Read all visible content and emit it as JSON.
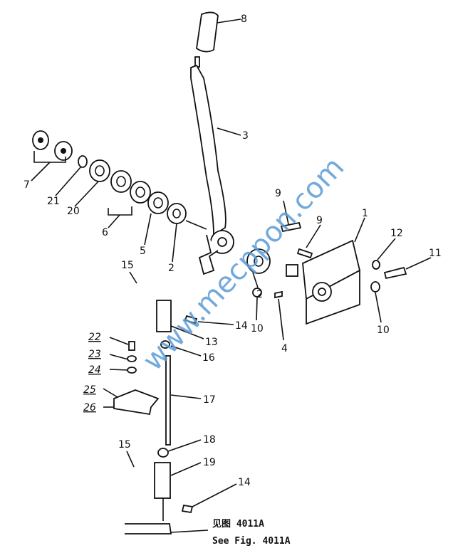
{
  "callouts": {
    "c8": "8",
    "c3": "3",
    "c7": "7",
    "c21": "21",
    "c20": "20",
    "c6": "6",
    "c5": "5",
    "c2a": "2",
    "c9a": "9",
    "c9b": "9",
    "c1": "1",
    "c12": "12",
    "c11": "11",
    "c15a": "15",
    "c2b": "2",
    "c10a": "10",
    "c4": "4",
    "c10b": "10",
    "c14a": "14",
    "c13": "13",
    "c16": "16",
    "c22": "22",
    "c23": "23",
    "c24": "24",
    "c25": "25",
    "c26": "26",
    "c17": "17",
    "c18": "18",
    "c15b": "15",
    "c19": "19",
    "c14b": "14"
  },
  "reference": {
    "chinese": "见图 4011A",
    "english": "See Fig. 4011A"
  },
  "watermark": "www.mecppon.com"
}
